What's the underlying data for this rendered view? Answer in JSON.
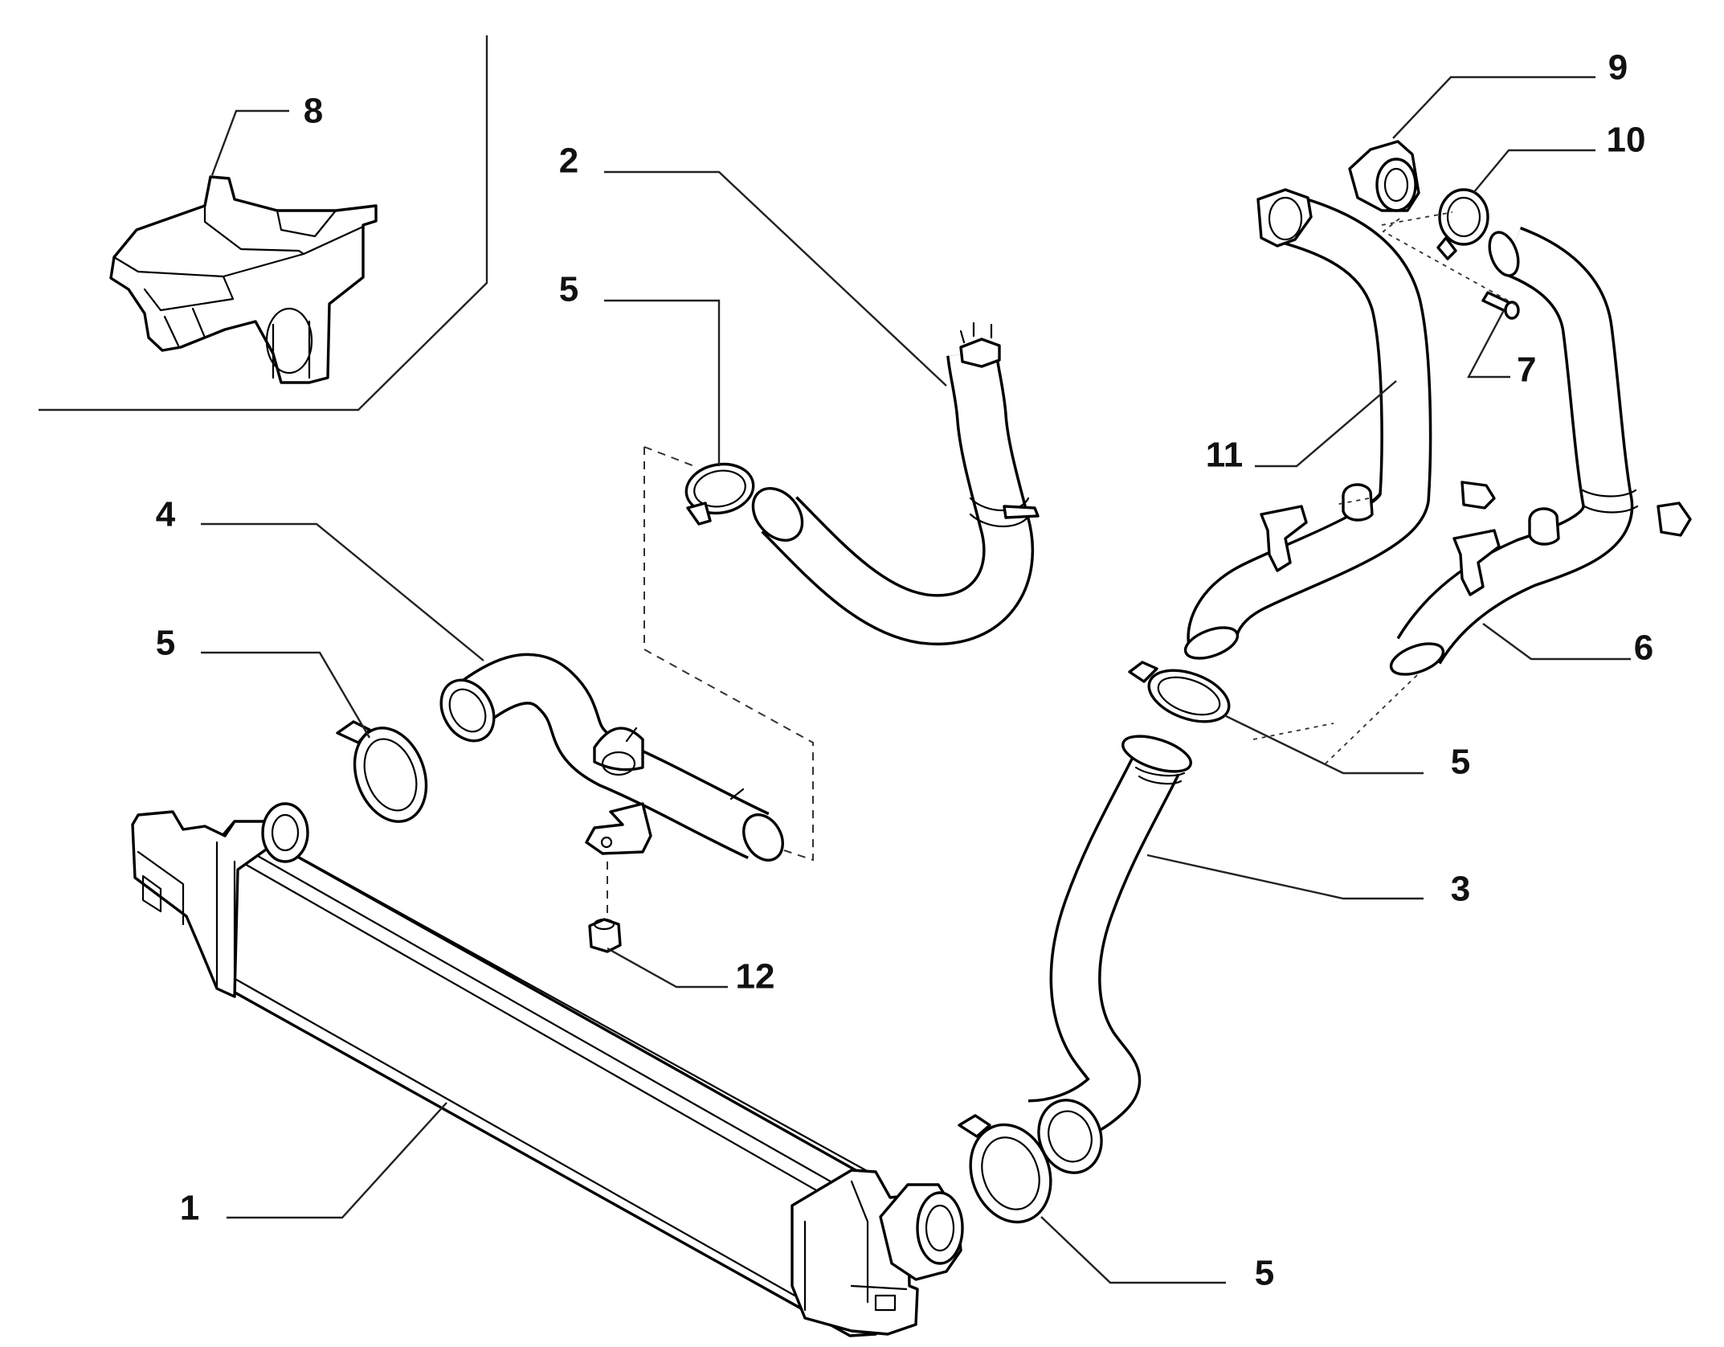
{
  "callouts": {
    "c1": "1",
    "c2": "2",
    "c3": "3",
    "c4": "4",
    "c5a": "5",
    "c5b": "5",
    "c5c": "5",
    "c5d": "5",
    "c6": "6",
    "c7": "7",
    "c8": "8",
    "c9": "9",
    "c10": "10",
    "c11": "11",
    "c12": "12"
  },
  "colors": {
    "line": "#000000",
    "background": "#ffffff"
  }
}
